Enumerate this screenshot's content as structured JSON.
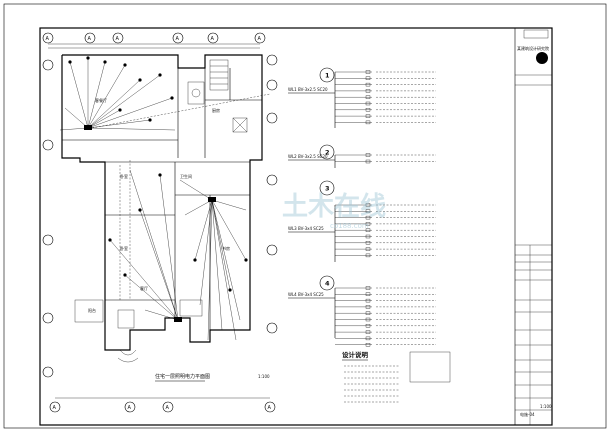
{
  "plan": {
    "title": "住宅一层照明电力平面图",
    "scale": "1:100",
    "room_labels": [
      "客餐厅",
      "厨房",
      "卧室",
      "卧室",
      "书房",
      "卫生间",
      "客厅",
      "阳台"
    ],
    "axis_labels": [
      "A",
      "A",
      "A",
      "A",
      "A",
      "A",
      "A",
      "A",
      "A",
      "A"
    ]
  },
  "circuits": [
    {
      "id": "1",
      "feeder": "WL1 BV-3x2.5 SC20",
      "rows": 9
    },
    {
      "id": "2",
      "feeder": "WL2 BV-3x2.5 SC20",
      "rows": 2
    },
    {
      "id": "3",
      "feeder": "WL3 BV-3x4 SC25",
      "rows": 9
    },
    {
      "id": "4",
      "feeder": "WL4 BV-3x4 SC25",
      "rows": 10
    }
  ],
  "notes": {
    "heading": "设计说明"
  },
  "watermark": {
    "main": "土木在线",
    "sub": "co188.com"
  },
  "title_block": {
    "company": "某建筑设计研究院",
    "drawing_no": "电施-04",
    "scale": "1:100"
  }
}
